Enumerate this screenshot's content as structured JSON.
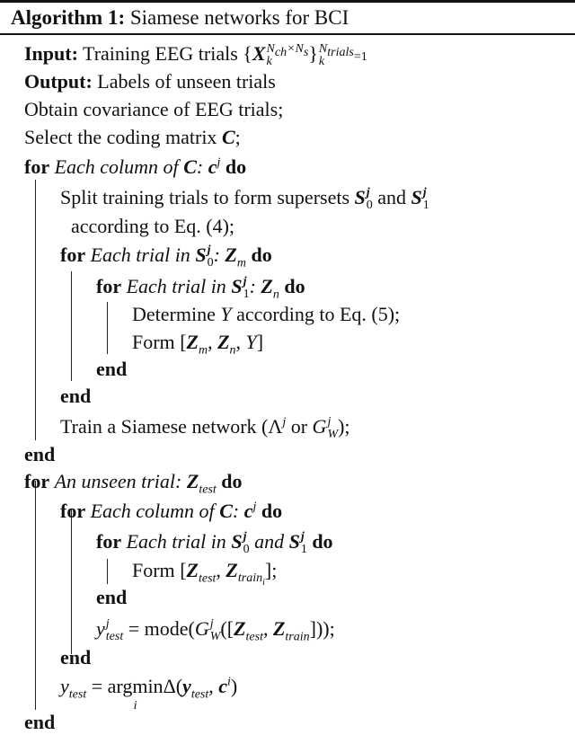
{
  "algorithm": {
    "label": "Algorithm 1:",
    "title": "Siamese networks for BCI"
  },
  "keywords": {
    "input": "Input:",
    "output": "Output:",
    "for": "for",
    "do": "do",
    "end": "end"
  },
  "lines": {
    "input_text": "Training EEG trials",
    "input_math": "{X_k^{N_ch×N_s}}_{k=1}^{N_trials}",
    "output_text": "Labels of unseen trials",
    "l3": "Obtain covariance of EEG trials;",
    "l4_pre": "Select the coding matrix",
    "l4_var": "C",
    "l4_post": ";",
    "l5_cond": "Each column of",
    "l5_var": "C",
    "l5_tail": ": c^j",
    "l6_a": "Split training trials to form supersets",
    "l6_and": "and",
    "l7": "according to Eq. (4);",
    "l8_cond": "Each trial in",
    "l8_tail": ": Z_m",
    "l9_cond": "Each trial in",
    "l9_tail": ": Z_n",
    "l10_a": "Determine",
    "l10_var": "Y",
    "l10_b": "according to Eq. (5);",
    "l11_a": "Form",
    "l11_math": "[Z_m, Z_n, Y]",
    "l14_a": "Train a Siamese network (",
    "l14_or": "or",
    "l14_end": ");",
    "l16_cond": "An unseen trial:",
    "l16_var": "Z_test",
    "l17_cond": "Each column of",
    "l18_cond": "Each trial in",
    "l18_and": "and",
    "l19_a": "Form",
    "l19_math": "[Z_test, Z_train_i];",
    "l21_math": "y_test^j = mode(G_W^j([Z_test, Z_train]));",
    "l23_math": "y_test = argmin_i Δ(y_test, c^i)"
  }
}
